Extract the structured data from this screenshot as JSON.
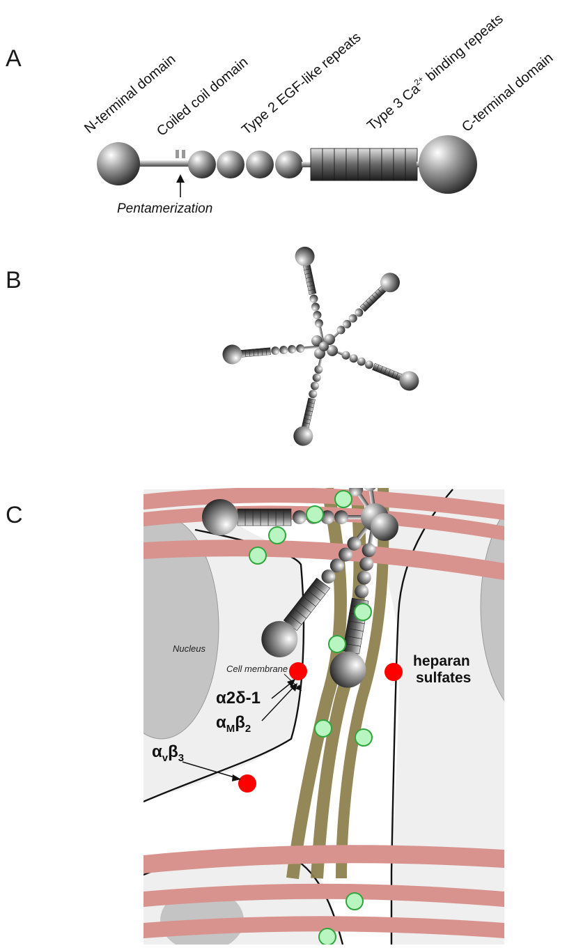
{
  "panels": {
    "a": {
      "letter": "A"
    },
    "b": {
      "letter": "B"
    },
    "c": {
      "letter": "C"
    }
  },
  "panel_a": {
    "domains": {
      "n_terminal": "N-terminal domain",
      "coiled_coil": "Coiled coil domain",
      "type2_egf": "Type 2 EGF-like repeats",
      "type3_ca_prefix": "Type 3 Ca",
      "type3_ca_sup": "2+",
      "type3_ca_suffix": " binding repeats",
      "c_terminal": "C-terminal domain"
    },
    "pentamerization": "Pentamerization"
  },
  "panel_c": {
    "nucleus": "Nucleus",
    "cell_membrane": "Cell membrane",
    "heparan_line1": "heparan",
    "heparan_line2": "sulfates",
    "a2d1": "α2δ-1",
    "alpha_m_beta2": {
      "alpha": "α",
      "alpha_sub": "M",
      "beta": "β",
      "beta_sub": "2"
    },
    "alpha_v_beta3": {
      "alpha": "α",
      "alpha_sub": "v",
      "beta": "β",
      "beta_sub": "3"
    }
  },
  "colors": {
    "collagen": "#d9938f",
    "fibril": "#8c7e4a",
    "cell": "#efefef",
    "nucleus": "#c4c4c4",
    "binding_site_green": "#b8f5c0",
    "receptor_red": "#ff0000"
  }
}
